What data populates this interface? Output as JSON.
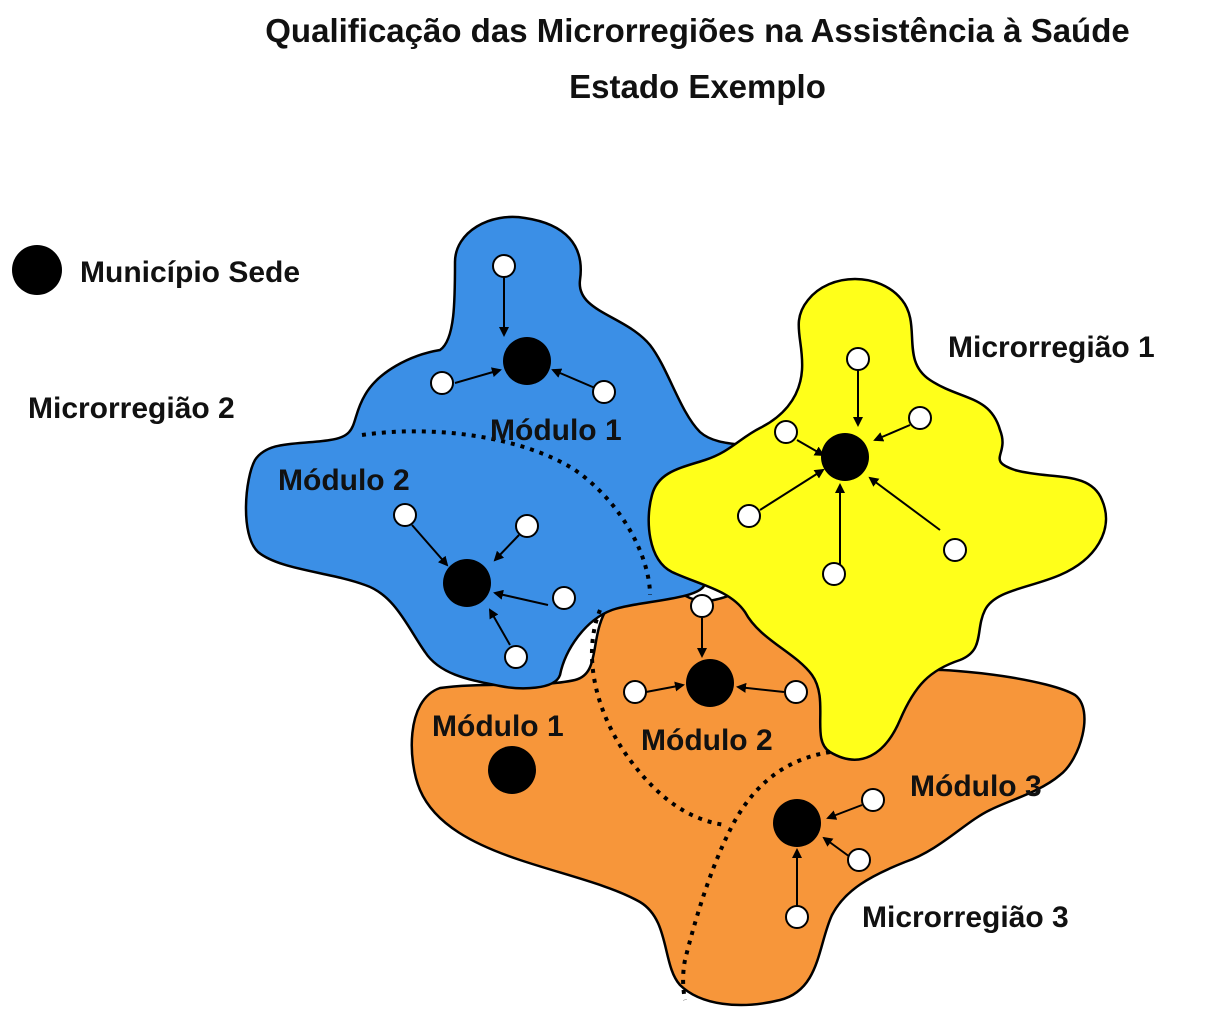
{
  "title": "Qualificação das Microrregiões na Assistência à Saúde",
  "subtitle": "Estado Exemplo",
  "legend": {
    "label": "Município Sede",
    "icon": "black-circle-icon"
  },
  "colors": {
    "microrregiao_1": "#ffff1a",
    "microrregiao_2": "#3b8fe6",
    "microrregiao_3": "#f7963a",
    "sede": "#000000",
    "municipio": "#ffffff"
  },
  "regions": {
    "microrregiao_1": {
      "label": "Microrregião 1"
    },
    "microrregiao_2": {
      "label": "Microrregião 2",
      "modulo_1": "Módulo 1",
      "modulo_2": "Módulo 2"
    },
    "microrregiao_3": {
      "label": "Microrregião 3",
      "modulo_1": "Módulo 1",
      "modulo_2": "Módulo 2",
      "modulo_3": "Módulo 3"
    }
  }
}
